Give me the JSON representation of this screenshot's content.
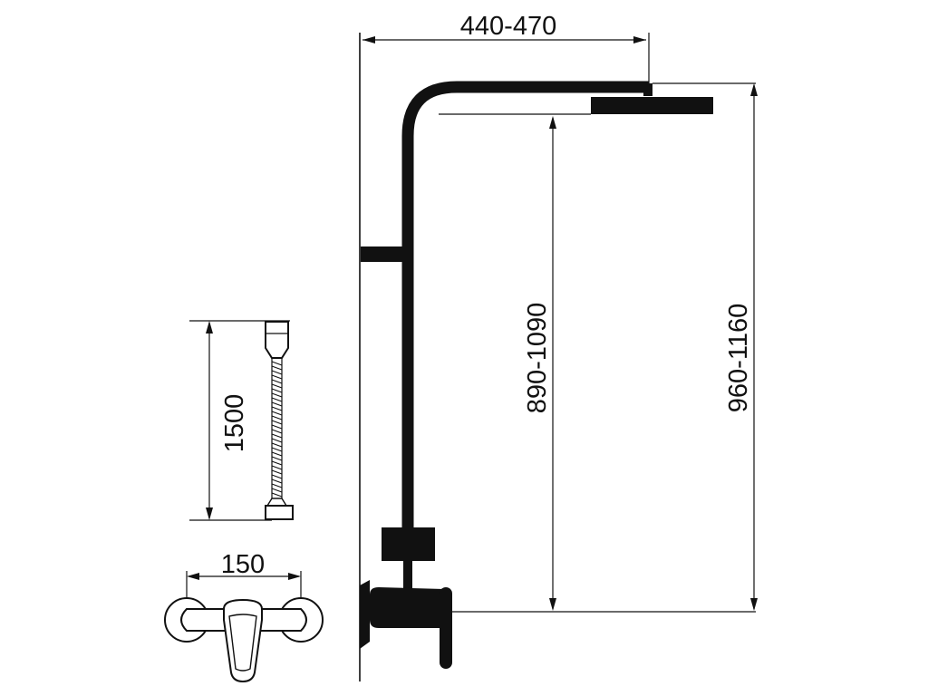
{
  "diagram": {
    "dimensions": {
      "overall_width": "440-470",
      "head_height": "890-1090",
      "total_height": "960-1160",
      "hose_length": "1500",
      "mixer_width": "150"
    },
    "colors": {
      "ink": "#111111",
      "background": "#ffffff"
    }
  }
}
